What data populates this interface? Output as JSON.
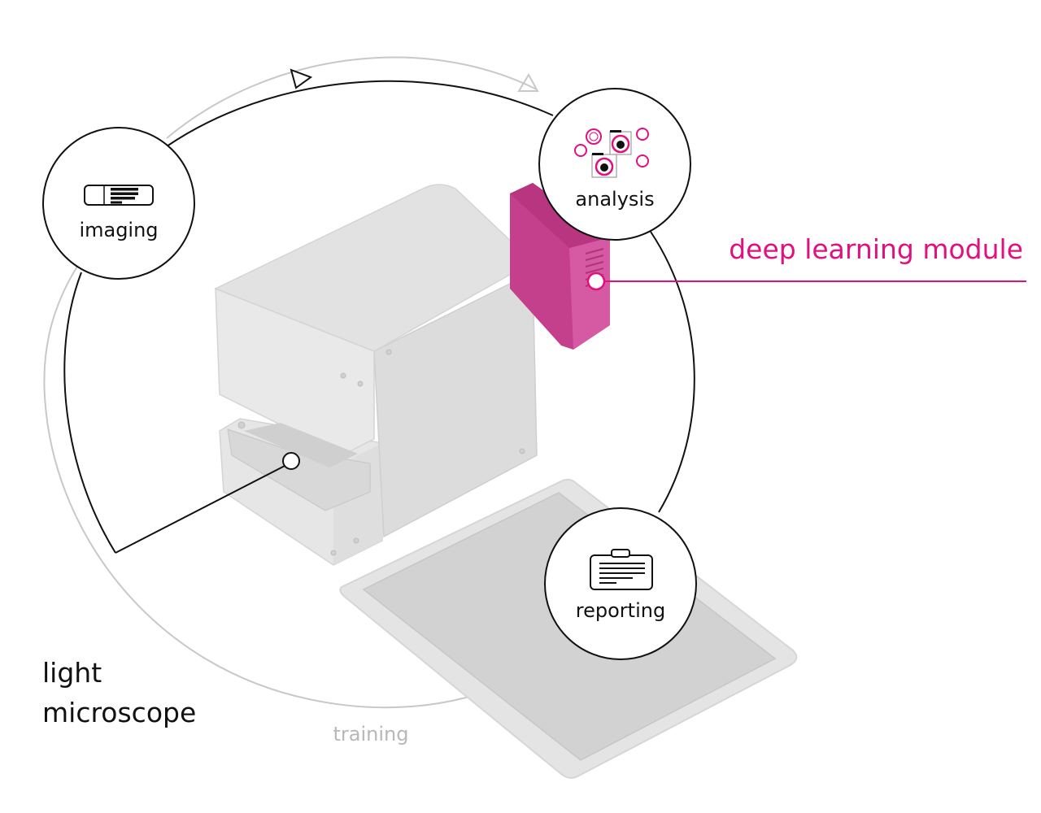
{
  "nodes": {
    "imaging": {
      "label": "imaging"
    },
    "analysis": {
      "label": "analysis"
    },
    "reporting": {
      "label": "reporting"
    }
  },
  "callouts": {
    "deep_learning_module": {
      "label": "deep learning module",
      "color": "#e0117f"
    },
    "light_microscope": {
      "line1": "light",
      "line2": "microscope"
    }
  },
  "loops": {
    "training": {
      "label": "training",
      "color": "#bbbbbb"
    }
  },
  "colors": {
    "accent": "#e0117f",
    "module_fill": "#d04a98",
    "ink": "#111111",
    "device_light": "#e8e8e8",
    "device_mid": "#d9d9d9",
    "tablet_outer": "#e2e2e2",
    "tablet_screen": "#d0d0d0"
  }
}
